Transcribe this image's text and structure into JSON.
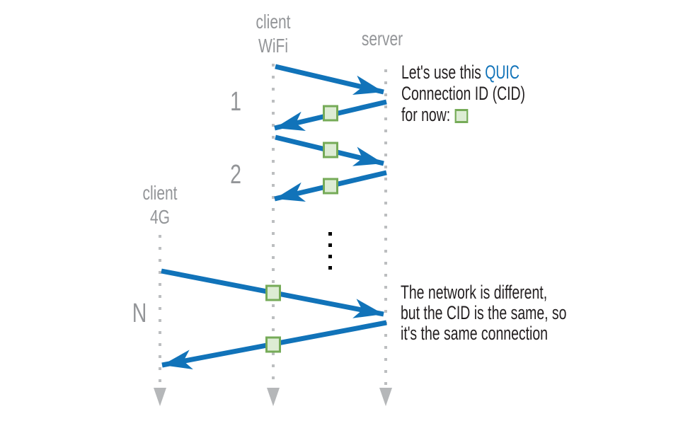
{
  "colors": {
    "arrow_blue": "#1173b9",
    "quic_blue": "#1173b9",
    "label_gray": "#939598",
    "lifeline_gray": "#bcbec0",
    "end_arrow_gray": "#b5b7b9",
    "cid_fill": "#ddecd4",
    "cid_border": "#76ab58",
    "text_black": "#231f20",
    "ellipsis_black": "#000000"
  },
  "lanes": {
    "client_wifi": {
      "line1": "client",
      "line2": "WiFi"
    },
    "server": {
      "label": "server"
    },
    "client_4g": {
      "line1": "client",
      "line2": "4G"
    }
  },
  "sequence_labels": {
    "first": "1",
    "second": "2",
    "nth": "N"
  },
  "notes": {
    "cid": {
      "text_before_highlight": "Let's use this ",
      "highlight": "QUIC",
      "line2": "Connection ID (CID)",
      "line3": "for now:"
    },
    "migration": {
      "line1": "The network is different,",
      "line2": "but the CID is the same, so",
      "line3": "it's the same connection"
    }
  },
  "icons": {
    "cid_marker": "green-square",
    "lifeline_end": "down-triangle",
    "continuation": "vertical-ellipsis",
    "message": "barbed-arrow"
  }
}
